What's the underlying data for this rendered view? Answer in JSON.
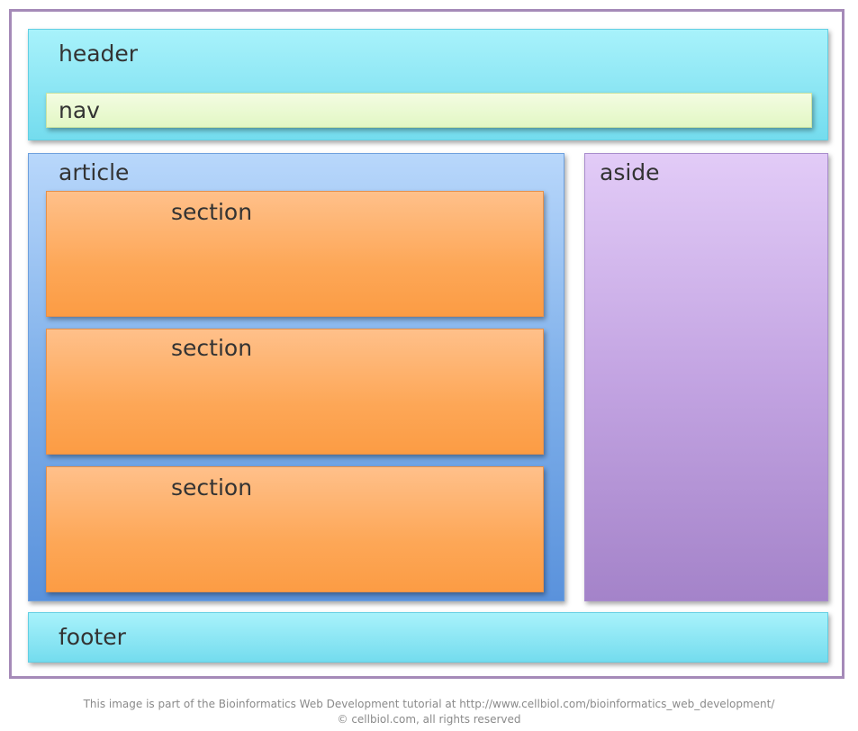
{
  "diagram": {
    "header": "header",
    "nav": "nav",
    "article": "article",
    "sections": [
      "section",
      "section",
      "section"
    ],
    "aside": "aside",
    "footer": "footer"
  },
  "caption": {
    "line1": "This image is part of the Bioinformatics Web Development tutorial at  http://www.cellbiol.com/bioinformatics_web_development/",
    "line2": "© cellbiol.com, all rights reserved"
  },
  "colors": {
    "frame_border": "#a58ab8",
    "header": "#8ee6f4",
    "nav": "#eafad3",
    "article": "#8fbaf0",
    "section": "#fdac5e",
    "aside": "#c7aae6",
    "footer": "#8ee6f4"
  }
}
